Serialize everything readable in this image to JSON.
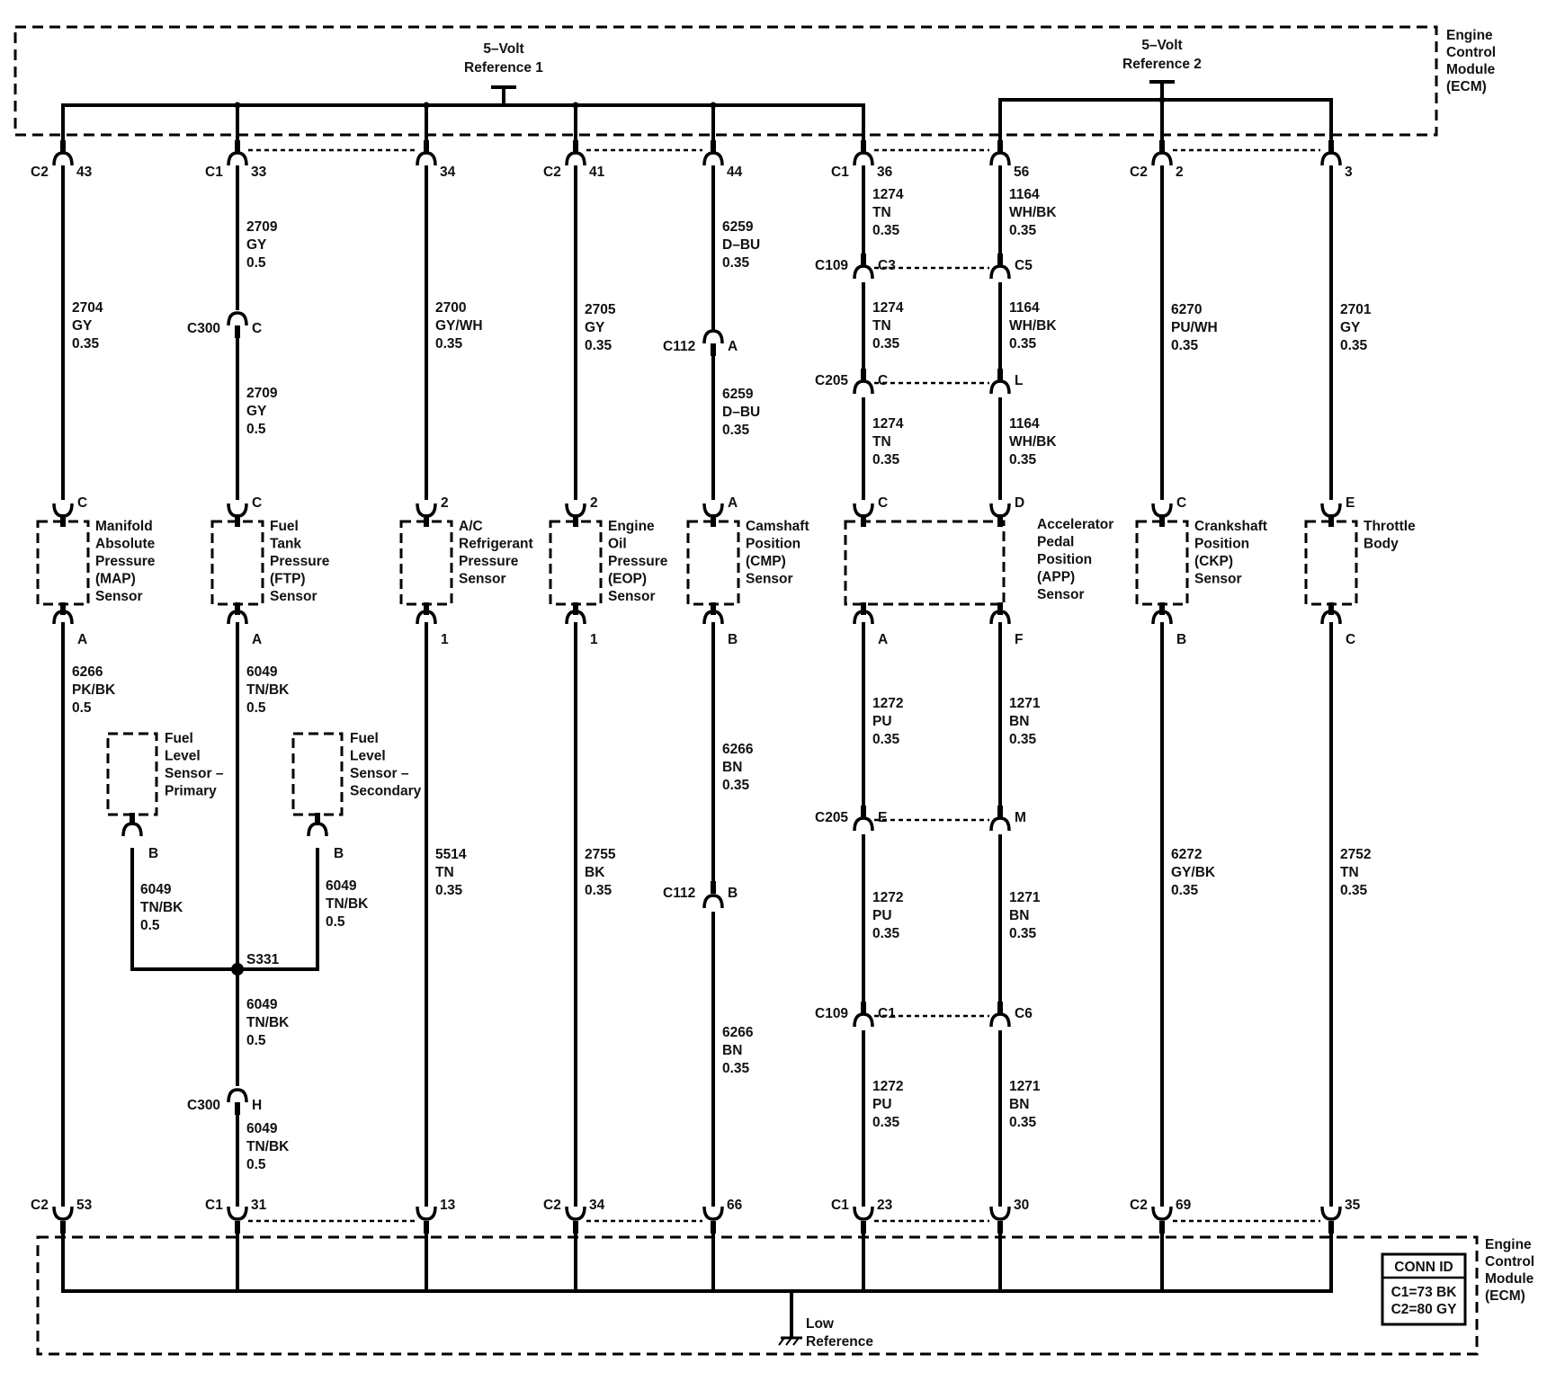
{
  "ecm": {
    "top_label": [
      "Engine",
      "Control",
      "Module",
      "(ECM)"
    ],
    "bottom_label": [
      "Engine",
      "Control",
      "Module",
      "(ECM)"
    ],
    "ref1_label": [
      "5–Volt",
      "Reference 1"
    ],
    "ref2_label": [
      "5–Volt",
      "Reference 2"
    ],
    "low_ref_label": [
      "Low",
      "Reference"
    ],
    "conn_id": {
      "title": "CONN ID",
      "c1": "C1=73 BK",
      "c2": "C2=80 GY"
    }
  },
  "top_pins": [
    {
      "conn": "C2",
      "pin": "43"
    },
    {
      "conn": "C1",
      "pin": "33"
    },
    {
      "conn": "",
      "pin": "34"
    },
    {
      "conn": "C2",
      "pin": "41"
    },
    {
      "conn": "",
      "pin": "44"
    },
    {
      "conn": "C1",
      "pin": "36"
    },
    {
      "conn": "",
      "pin": "56"
    },
    {
      "conn": "C2",
      "pin": "2"
    },
    {
      "conn": "",
      "pin": "3"
    }
  ],
  "bottom_pins": [
    {
      "conn": "C2",
      "pin": "53"
    },
    {
      "conn": "C1",
      "pin": "31"
    },
    {
      "conn": "",
      "pin": "13"
    },
    {
      "conn": "C2",
      "pin": "34"
    },
    {
      "conn": "",
      "pin": "66"
    },
    {
      "conn": "C1",
      "pin": "23"
    },
    {
      "conn": "",
      "pin": "30"
    },
    {
      "conn": "C2",
      "pin": "69"
    },
    {
      "conn": "",
      "pin": "35"
    }
  ],
  "sensors": [
    {
      "id": "map",
      "pin_top": "C",
      "pin_bottom": "A",
      "label": [
        "Manifold",
        "Absolute",
        "Pressure",
        "(MAP)",
        "Sensor"
      ]
    },
    {
      "id": "ftp",
      "pin_top": "C",
      "pin_bottom": "A",
      "label": [
        "Fuel",
        "Tank",
        "Pressure",
        "(FTP)",
        "Sensor"
      ]
    },
    {
      "id": "ac",
      "pin_top": "2",
      "pin_bottom": "1",
      "label": [
        "A/C",
        "Refrigerant",
        "Pressure",
        "Sensor"
      ]
    },
    {
      "id": "eop",
      "pin_top": "2",
      "pin_bottom": "1",
      "label": [
        "Engine",
        "Oil",
        "Pressure",
        "(EOP)",
        "Sensor"
      ]
    },
    {
      "id": "cmp",
      "pin_top": "A",
      "pin_bottom": "B",
      "label": [
        "Camshaft",
        "Position",
        "(CMP)",
        "Sensor"
      ]
    },
    {
      "id": "app",
      "pin_top_left": "C",
      "pin_top_right": "D",
      "pin_bottom_left": "A",
      "pin_bottom_right": "F",
      "label": [
        "Accelerator",
        "Pedal",
        "Position",
        "(APP)",
        "Sensor"
      ]
    },
    {
      "id": "ckp",
      "pin_top": "C",
      "pin_bottom": "B",
      "label": [
        "Crankshaft",
        "Position",
        "(CKP)",
        "Sensor"
      ]
    },
    {
      "id": "tb",
      "pin_top": "E",
      "pin_bottom": "C",
      "label": [
        "Throttle",
        "Body"
      ]
    }
  ],
  "fuel_level": {
    "primary": {
      "label": [
        "Fuel",
        "Level",
        "Sensor –",
        "Primary"
      ],
      "pin": "B"
    },
    "secondary": {
      "label": [
        "Fuel",
        "Level",
        "Sensor –",
        "Secondary"
      ],
      "pin": "B"
    },
    "splice": "S331"
  },
  "inline": {
    "c300_top": {
      "name": "C300",
      "pin": "C"
    },
    "c300_bot": {
      "name": "C300",
      "pin": "H"
    },
    "c112_top": {
      "name": "C112",
      "pin": "A"
    },
    "c112_bot": {
      "name": "C112",
      "pin": "B"
    },
    "c109_top": {
      "name": "C109",
      "pin_l": "C3",
      "pin_r": "C5"
    },
    "c205_top": {
      "name": "C205",
      "pin_l": "C",
      "pin_r": "L"
    },
    "c205_bot": {
      "name": "C205",
      "pin_l": "E",
      "pin_r": "M"
    },
    "c109_bot": {
      "name": "C109",
      "pin_l": "C1",
      "pin_r": "C6"
    }
  },
  "wires": [
    {
      "id": "w1",
      "lines": [
        "2704",
        "GY",
        "0.35"
      ]
    },
    {
      "id": "w2",
      "lines": [
        "2709",
        "GY",
        "0.5"
      ]
    },
    {
      "id": "w3",
      "lines": [
        "2709",
        "GY",
        "0.5"
      ]
    },
    {
      "id": "w4",
      "lines": [
        "2700",
        "GY/WH",
        "0.35"
      ]
    },
    {
      "id": "w5",
      "lines": [
        "2705",
        "GY",
        "0.35"
      ]
    },
    {
      "id": "w6",
      "lines": [
        "6259",
        "D–BU",
        "0.35"
      ]
    },
    {
      "id": "w7",
      "lines": [
        "6259",
        "D–BU",
        "0.35"
      ]
    },
    {
      "id": "w8",
      "lines": [
        "1274",
        "TN",
        "0.35"
      ]
    },
    {
      "id": "w9",
      "lines": [
        "1164",
        "WH/BK",
        "0.35"
      ]
    },
    {
      "id": "w10",
      "lines": [
        "1274",
        "TN",
        "0.35"
      ]
    },
    {
      "id": "w11",
      "lines": [
        "1164",
        "WH/BK",
        "0.35"
      ]
    },
    {
      "id": "w12",
      "lines": [
        "1274",
        "TN",
        "0.35"
      ]
    },
    {
      "id": "w13",
      "lines": [
        "1164",
        "WH/BK",
        "0.35"
      ]
    },
    {
      "id": "w14",
      "lines": [
        "6270",
        "PU/WH",
        "0.35"
      ]
    },
    {
      "id": "w15",
      "lines": [
        "2701",
        "GY",
        "0.35"
      ]
    },
    {
      "id": "w16",
      "lines": [
        "6266",
        "PK/BK",
        "0.5"
      ]
    },
    {
      "id": "w17",
      "lines": [
        "6049",
        "TN/BK",
        "0.5"
      ]
    },
    {
      "id": "w18",
      "lines": [
        "6049",
        "TN/BK",
        "0.5"
      ]
    },
    {
      "id": "w19",
      "lines": [
        "6049",
        "TN/BK",
        "0.5"
      ]
    },
    {
      "id": "w20",
      "lines": [
        "6049",
        "TN/BK",
        "0.5"
      ]
    },
    {
      "id": "w21",
      "lines": [
        "6049",
        "TN/BK",
        "0.5"
      ]
    },
    {
      "id": "w22",
      "lines": [
        "5514",
        "TN",
        "0.35"
      ]
    },
    {
      "id": "w23",
      "lines": [
        "2755",
        "BK",
        "0.35"
      ]
    },
    {
      "id": "w24",
      "lines": [
        "6266",
        "BN",
        "0.35"
      ]
    },
    {
      "id": "w25",
      "lines": [
        "6266",
        "BN",
        "0.35"
      ]
    },
    {
      "id": "w26",
      "lines": [
        "1272",
        "PU",
        "0.35"
      ]
    },
    {
      "id": "w27",
      "lines": [
        "1271",
        "BN",
        "0.35"
      ]
    },
    {
      "id": "w28",
      "lines": [
        "1272",
        "PU",
        "0.35"
      ]
    },
    {
      "id": "w29",
      "lines": [
        "1271",
        "BN",
        "0.35"
      ]
    },
    {
      "id": "w30",
      "lines": [
        "1272",
        "PU",
        "0.35"
      ]
    },
    {
      "id": "w31",
      "lines": [
        "1271",
        "BN",
        "0.35"
      ]
    },
    {
      "id": "w32",
      "lines": [
        "6272",
        "GY/BK",
        "0.35"
      ]
    },
    {
      "id": "w33",
      "lines": [
        "2752",
        "TN",
        "0.35"
      ]
    }
  ]
}
